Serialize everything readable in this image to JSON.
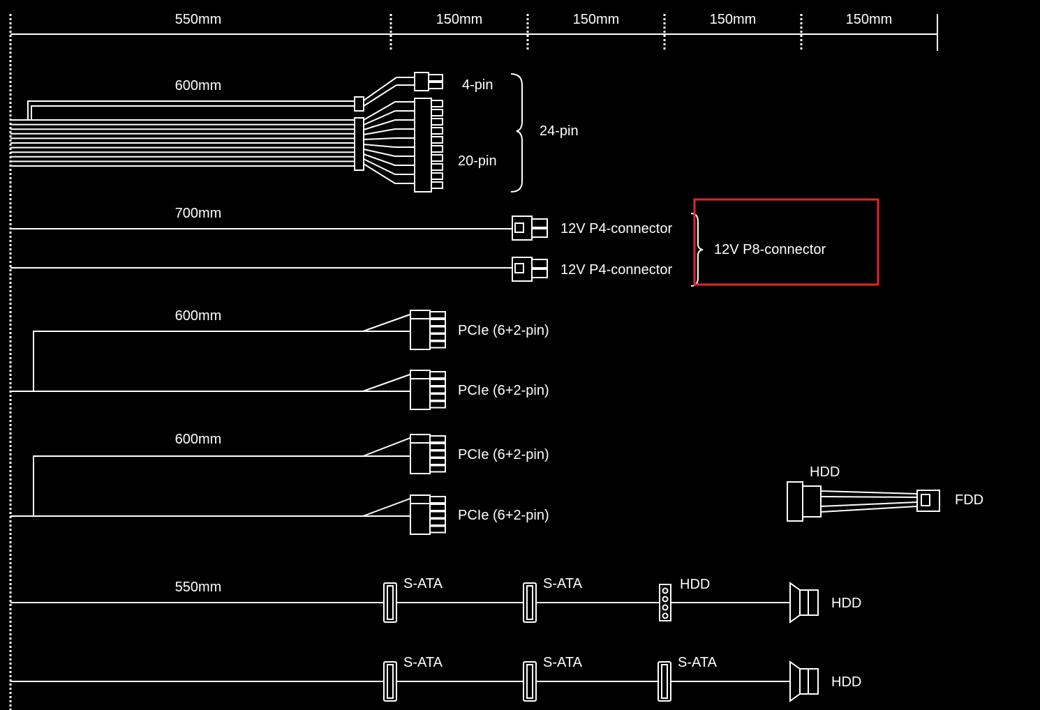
{
  "scale": {
    "segments": [
      "550mm",
      "150mm",
      "150mm",
      "150mm",
      "150mm"
    ]
  },
  "cables": {
    "atx": {
      "length": "600mm",
      "label_4pin": "4-pin",
      "label_20pin": "20-pin",
      "label_24pin": "24-pin"
    },
    "cpu": {
      "length": "700mm",
      "p4_first": "12V P4-connector",
      "p4_second": "12V P4-connector",
      "p8": "12V P8-connector"
    },
    "pcie_a": {
      "length": "600mm",
      "conn1": "PCIe (6+2-pin)",
      "conn2": "PCIe (6+2-pin)"
    },
    "pcie_b": {
      "length": "600mm",
      "conn1": "PCIe (6+2-pin)",
      "conn2": "PCIe (6+2-pin)"
    },
    "adapter": {
      "hdd": "HDD",
      "fdd": "FDD"
    },
    "sata_a": {
      "length": "550mm",
      "c1": "S-ATA",
      "c2": "S-ATA",
      "c3": "HDD",
      "end": "HDD"
    },
    "sata_b": {
      "c1": "S-ATA",
      "c2": "S-ATA",
      "c3": "S-ATA",
      "end": "HDD"
    }
  },
  "colors": {
    "background": "#000000",
    "line": "#ffffff",
    "highlight": "#e1262c"
  }
}
